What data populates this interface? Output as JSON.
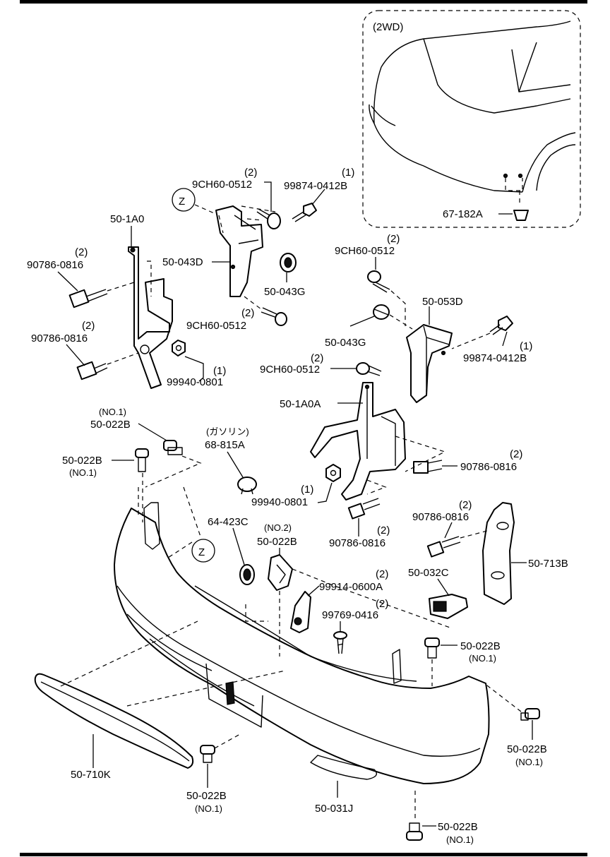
{
  "inset": {
    "variant": "(2WD)",
    "part_no": "67-182A"
  },
  "callout_marker": "Z",
  "labels": {
    "p_50_1A0": {
      "part_no": "50-1A0"
    },
    "p_90786_0816_a": {
      "qty": "(2)",
      "part_no": "90786-0816"
    },
    "p_90786_0816_b": {
      "qty": "(2)",
      "part_no": "90786-0816"
    },
    "p_99940_0801_a": {
      "qty": "(1)",
      "part_no": "99940-0801"
    },
    "p_9CH60_0512_a": {
      "qty": "(2)",
      "part_no": "9CH60-0512"
    },
    "p_99874_0412B_a": {
      "qty": "(1)",
      "part_no": "99874-0412B"
    },
    "p_50_043D": {
      "part_no": "50-043D"
    },
    "p_50_043G_a": {
      "part_no": "50-043G"
    },
    "p_9CH60_0512_b": {
      "qty": "(2)",
      "part_no": "9CH60-0512"
    },
    "p_9CH60_0512_c": {
      "qty": "(2)",
      "part_no": "9CH60-0512"
    },
    "p_50_053D": {
      "part_no": "50-053D"
    },
    "p_50_043G_b": {
      "part_no": "50-043G"
    },
    "p_99874_0412B_b": {
      "qty": "(1)",
      "part_no": "99874-0412B"
    },
    "p_9CH60_0512_d": {
      "qty": "(2)",
      "part_no": "9CH60-0512"
    },
    "p_50_1A0A": {
      "part_no": "50-1A0A"
    },
    "p_50_022B_a": {
      "note": "(NO.1)",
      "part_no": "50-022B"
    },
    "p_50_022B_b": {
      "part_no": "50-022B",
      "note": "(NO.1)"
    },
    "p_68_815A": {
      "note": "(ガソリン)",
      "part_no": "68-815A"
    },
    "p_90786_0816_c": {
      "qty": "(2)",
      "part_no": "90786-0816"
    },
    "p_99940_0801_b": {
      "qty": "(1)",
      "part_no": "99940-0801"
    },
    "p_90786_0816_d": {
      "qty": "(2)",
      "part_no": "90786-0816"
    },
    "p_90786_0816_e": {
      "qty": "(2)",
      "part_no": "90786-0816"
    },
    "p_50_713B": {
      "part_no": "50-713B"
    },
    "p_64_423C": {
      "part_no": "64-423C"
    },
    "p_50_022B_c": {
      "note": "(NO.2)",
      "part_no": "50-022B"
    },
    "p_99914_0600A": {
      "qty": "(2)",
      "part_no": "99914-0600A"
    },
    "p_50_032C": {
      "part_no": "50-032C"
    },
    "p_99769_0416": {
      "qty": "(2)",
      "part_no": "99769-0416"
    },
    "p_50_022B_d": {
      "part_no": "50-022B",
      "note": "(NO.1)"
    },
    "p_50_022B_e": {
      "part_no": "50-022B",
      "note": "(NO.1)"
    },
    "p_50_710K": {
      "part_no": "50-710K"
    },
    "p_50_022B_f": {
      "part_no": "50-022B",
      "note": "(NO.1)"
    },
    "p_50_031J": {
      "part_no": "50-031J"
    },
    "p_50_022B_g": {
      "part_no": "50-022B",
      "note": "(NO.1)"
    }
  }
}
